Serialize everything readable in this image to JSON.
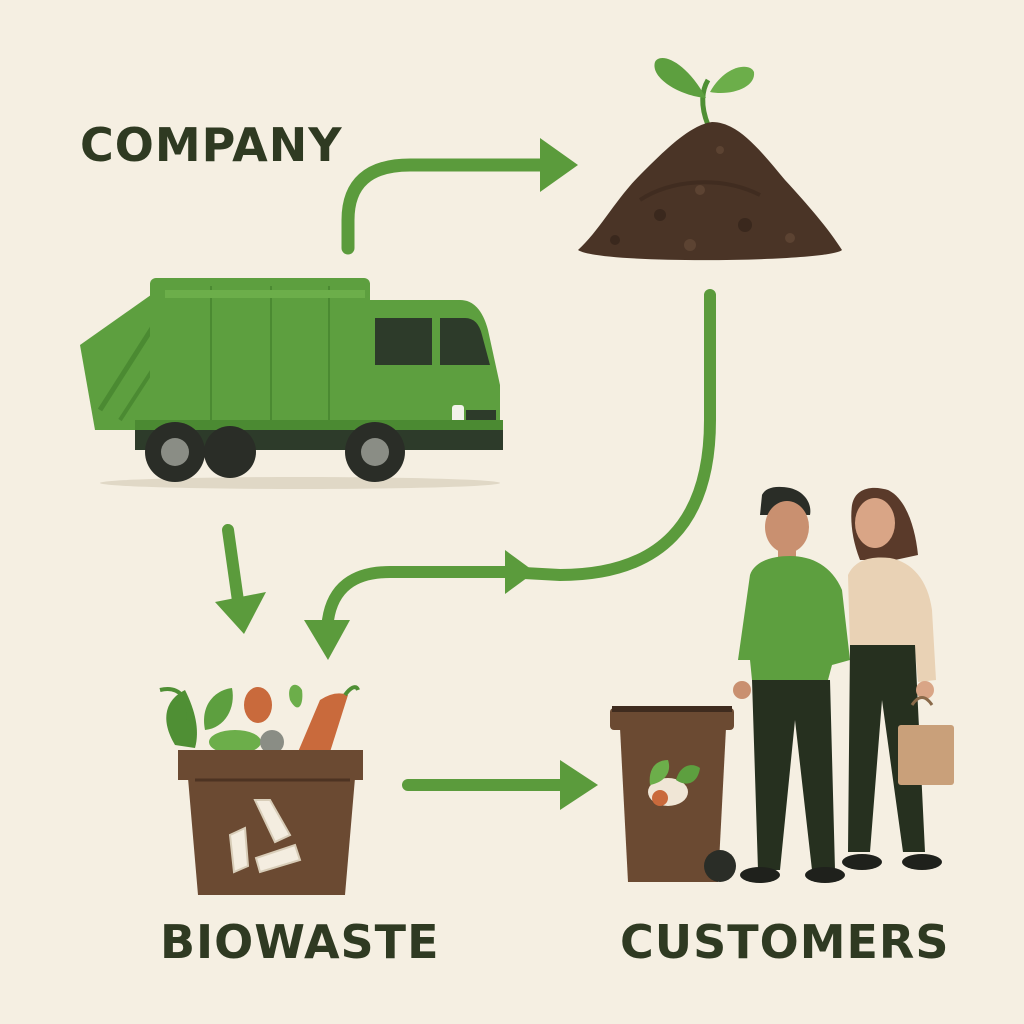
{
  "labels": {
    "company": "COMPANY",
    "biowaste": "BIOWASTE",
    "customers": "CUSTOMERS"
  },
  "icons": {
    "truck": "garbage-truck-icon",
    "compost": "compost-pile-with-sprout-icon",
    "biowaste_bin": "biowaste-bin-with-recycle-icon",
    "customers": "two-customers-icon",
    "customer_bin": "wheeled-organic-bin-icon"
  },
  "colors": {
    "background": "#f5efe2",
    "arrow": "#5b9b3c",
    "truck": "#5d9f3f",
    "text": "#2f3a22",
    "soil": "#4a3426",
    "bin": "#6b4a32"
  }
}
